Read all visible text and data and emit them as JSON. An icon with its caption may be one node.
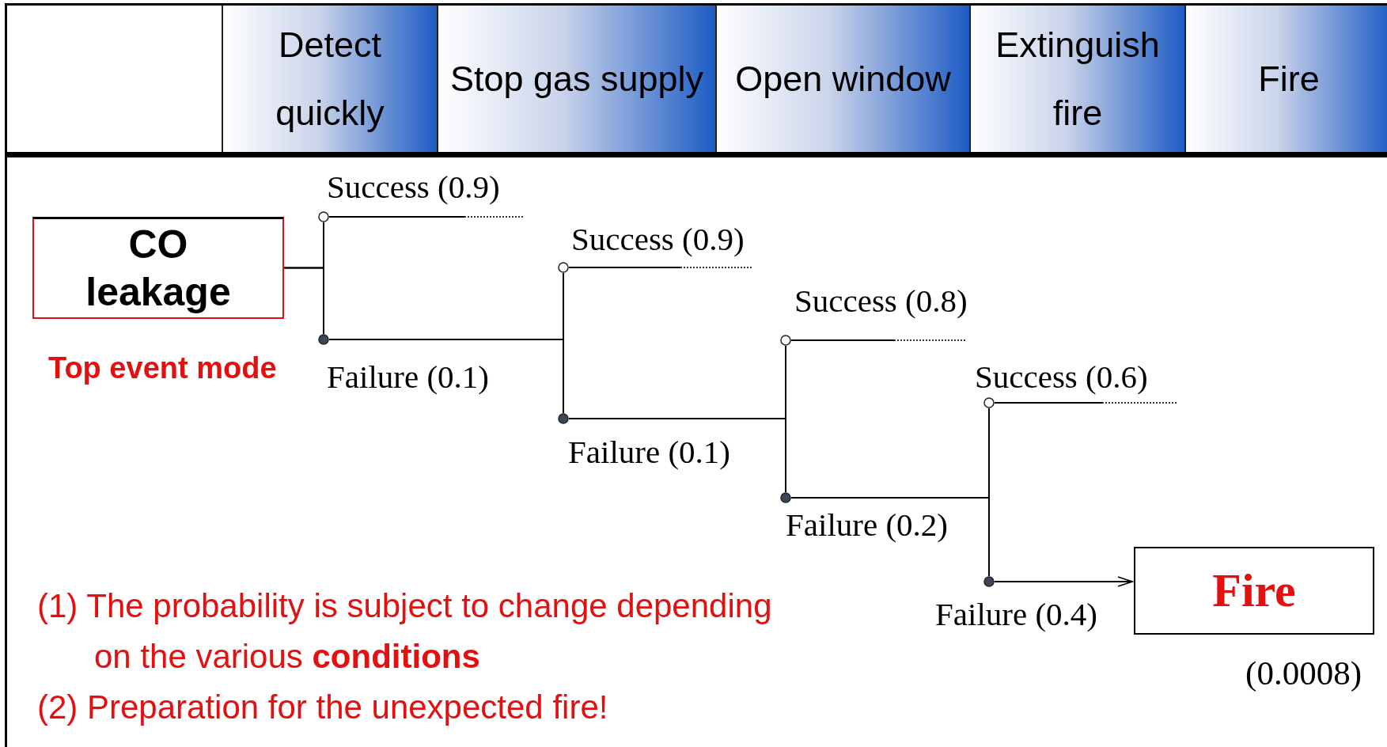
{
  "diagram": {
    "nodes": [
      {
        "text": [
          "Detect quickly"
        ]
      },
      {
        "text": [
          "Stop gas supply"
        ]
      },
      {
        "text": [
          "Open window"
        ]
      },
      {
        "text": [
          "Extinguish fire"
        ]
      },
      {
        "text": [
          "Fire"
        ]
      },
      {
        "text": [
          "CO leakage"
        ],
        "beside": [
          "Top event mode"
        ]
      },
      {
        "text": [],
        "shape": "circle"
      },
      {
        "text": [],
        "shape": "circle"
      },
      {
        "text": [],
        "shape": "circle"
      },
      {
        "text": [],
        "shape": "circle"
      },
      {
        "text": [],
        "shape": "circle"
      },
      {
        "text": [],
        "shape": "circle"
      },
      {
        "text": [],
        "shape": "circle"
      },
      {
        "text": [],
        "shape": "circle"
      },
      {
        "text": [
          "Fire"
        ],
        "beside": [
          "(0.0008)"
        ]
      }
    ],
    "edges": [
      {
        "from": 5,
        "to": 6,
        "arrow": "none"
      },
      {
        "from": 5,
        "to": 7,
        "arrow": "none"
      },
      {
        "from": 6,
        "to": null,
        "arrow": "none",
        "label": "Success (0.9)"
      },
      {
        "from": 7,
        "to": 8,
        "arrow": "none"
      },
      {
        "from": 7,
        "to": 9,
        "arrow": "none",
        "label": "Failure (0.1)"
      },
      {
        "from": 8,
        "to": null,
        "arrow": "none",
        "label": "Success (0.9)"
      },
      {
        "from": 9,
        "to": 10,
        "arrow": "none"
      },
      {
        "from": 9,
        "to": 11,
        "arrow": "none",
        "label": "Failure (0.1)"
      },
      {
        "from": 10,
        "to": null,
        "arrow": "none",
        "label": "Success (0.8)"
      },
      {
        "from": 11,
        "to": 12,
        "arrow": "none"
      },
      {
        "from": 11,
        "to": 13,
        "arrow": "none",
        "label": "Failure (0.2)"
      },
      {
        "from": 12,
        "to": null,
        "arrow": "none",
        "label": "Success (0.6)"
      },
      {
        "from": 13,
        "to": 14,
        "arrow": "to",
        "label": "Failure (0.4)"
      }
    ],
    "labels": [
      "(1) The probability is subject to change depending on the various **conditions**",
      "(2) Preparation for the unexpected fire!"
    ]
  }
}
